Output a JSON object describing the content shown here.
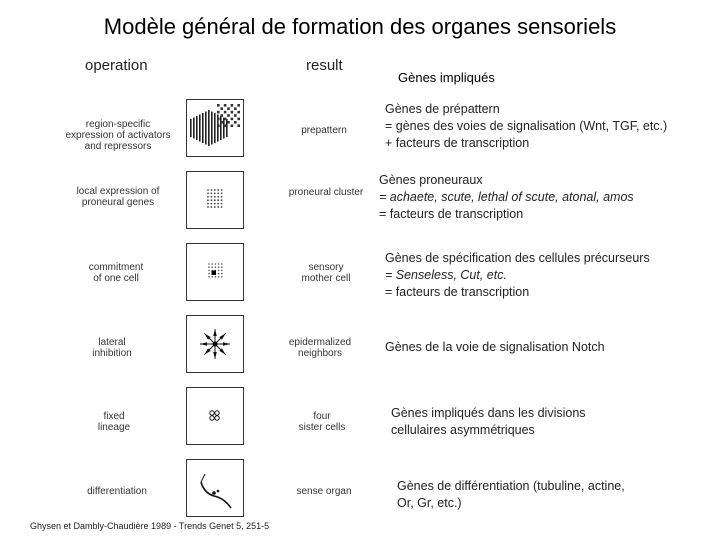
{
  "title": "Modèle général de formation des organes sensoriels",
  "columns": {
    "operation": "operation",
    "result": "result",
    "genes": "Gènes impliqués"
  },
  "steps": [
    {
      "operation": [
        "region-specific",
        "expression of activators",
        "and repressors"
      ],
      "result": [
        "prepattern"
      ],
      "genes": [
        "Gènes de prépattern",
        "= gènes des voies de signalisation (Wnt, TGF, etc.)",
        "+ facteurs de transcription"
      ]
    },
    {
      "operation": [
        "local expression of",
        "proneural genes"
      ],
      "result": [
        "proneural cluster"
      ],
      "genes": [
        "Gènes proneuraux",
        "= achaete, scute, lethal of scute, atonal, amos",
        "= facteurs de transcription"
      ]
    },
    {
      "operation": [
        "commitment",
        "of one cell"
      ],
      "result": [
        "sensory",
        "mother cell"
      ],
      "genes": [
        "Gènes de spécification des cellules précurseurs",
        "= Senseless, Cut, etc.",
        "= facteurs de transcription"
      ]
    },
    {
      "operation": [
        "lateral",
        "inhibition"
      ],
      "result": [
        "epidermalized",
        "neighbors"
      ],
      "genes": [
        "Gènes de la voie de signalisation Notch"
      ]
    },
    {
      "operation": [
        "fixed",
        "lineage"
      ],
      "result": [
        "four",
        "sister cells"
      ],
      "genes": [
        "Gènes impliqués dans les divisions",
        "cellulaires asymmétriques"
      ]
    },
    {
      "operation": [
        "differentiation"
      ],
      "result": [
        "sense organ"
      ],
      "genes": [
        "Gènes de différentiation (tubuline, actine,",
        "Or, Gr, etc.)"
      ]
    }
  ],
  "citation": "Ghysen et Dambly-Chaudière 1989 - Trends Genet 5, 251-5"
}
